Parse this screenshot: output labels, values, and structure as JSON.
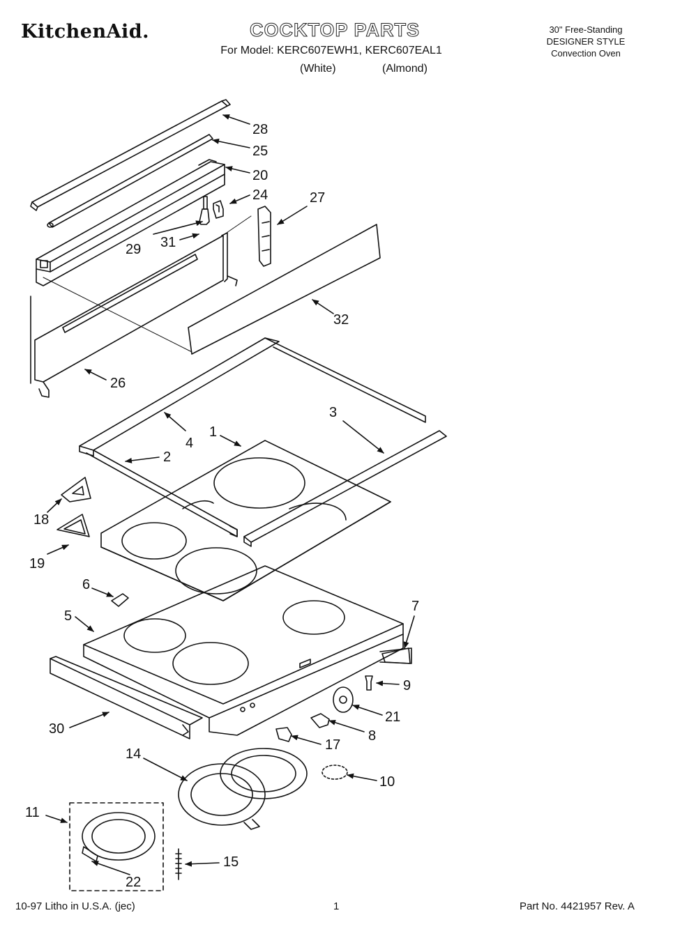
{
  "header": {
    "brand": "KitchenAid.",
    "title": "COCKTOP PARTS",
    "model_line": "For Model: KERC607EWH1, KERC607EAL1",
    "finish_white": "(White)",
    "finish_almond": "(Almond)",
    "corner_line1": "30\" Free-Standing",
    "corner_line2": "DESIGNER STYLE",
    "corner_line3": "Convection Oven"
  },
  "footer": {
    "left": "10-97 Litho in U.S.A. (jec)",
    "page": "1",
    "part_no": "Part No. 4421957 Rev. A"
  },
  "callouts": [
    "28",
    "25",
    "20",
    "24",
    "27",
    "29",
    "31",
    "32",
    "26",
    "3",
    "1",
    "4",
    "2",
    "18",
    "19",
    "6",
    "5",
    "7",
    "9",
    "21",
    "8",
    "17",
    "30",
    "14",
    "10",
    "11",
    "15",
    "22"
  ]
}
